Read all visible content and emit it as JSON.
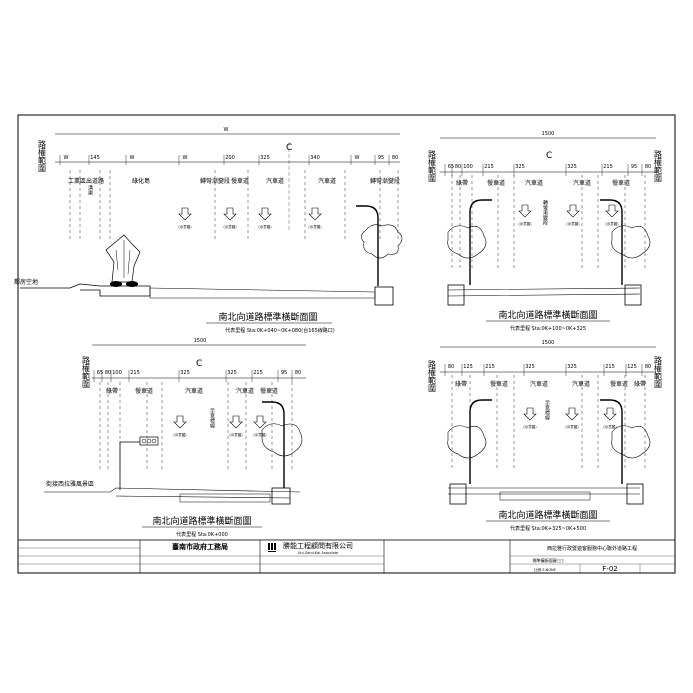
{
  "sheet": {
    "row_label": "路權範圍",
    "rotated_labels": {
      "lane_widening": "轉彎漸變段",
      "bike_side": "自行車道",
      "bike_top": "自行車道(雙向)",
      "drain": "溝渠",
      "note_a": "示意標線",
      "note_b": "示意標線"
    },
    "arrow_note": "(示意圖)"
  },
  "sections": {
    "a": {
      "total": "W",
      "dims": [
        "W",
        "145",
        "W",
        "W",
        "200",
        "325",
        "340",
        "W",
        "95",
        "80"
      ],
      "lanes": [
        "工業區出道路",
        "綠化島",
        "轉彎漸變段",
        "慢車道",
        "汽車道",
        "汽車道",
        "轉彎漸變段"
      ],
      "side_label": "鄰房空地",
      "title": "南北向道路標準橫斷面圖",
      "subtitle": "代表里程 Sta:0K+040~0K+080(台165線路口)"
    },
    "b": {
      "total": "1500",
      "dims": [
        "65",
        "80",
        "100",
        "215",
        "325",
        "325",
        "215",
        "95",
        "80"
      ],
      "lanes": [
        "綠帶",
        "慢車道",
        "汽車道",
        "汽車道",
        "慢車道"
      ],
      "title": "南北向道路標準橫斷面圖",
      "subtitle": "代表里程 Sta:0K+100~0K+325"
    },
    "c": {
      "total": "1500",
      "dims": [
        "65",
        "80",
        "100",
        "215",
        "325",
        "325",
        "215",
        "95",
        "80"
      ],
      "lanes": [
        "綠帶",
        "慢車道",
        "汽車道",
        "汽車道",
        "慢車道"
      ],
      "side_label": "街接西拉雅風景區",
      "title": "南北向道路標準橫斷面圖",
      "subtitle": "代表里程 Sta:0K+000"
    },
    "d": {
      "total": "1500",
      "dims": [
        "80",
        "125",
        "215",
        "325",
        "325",
        "215",
        "125",
        "80"
      ],
      "lanes": [
        "綠帶",
        "慢車道",
        "汽車道",
        "汽車道",
        "慢車道",
        "綠帶"
      ],
      "title": "南北向道路標準橫斷面圖",
      "subtitle": "代表里程 Sta:0K+325~0K+500"
    }
  },
  "title_block": {
    "owner": "臺南市政府工務局",
    "consultant": "勝能工程顧問有限公司",
    "consultant_en": "Uni-Sand-Kai Associate",
    "project": "西拉雅行政暨遊客服務中心聯外道路工程",
    "drawing_name": "標準橫斷面圖(三)",
    "drawing_no": "F-02",
    "scale": "比例 S:NONE"
  }
}
